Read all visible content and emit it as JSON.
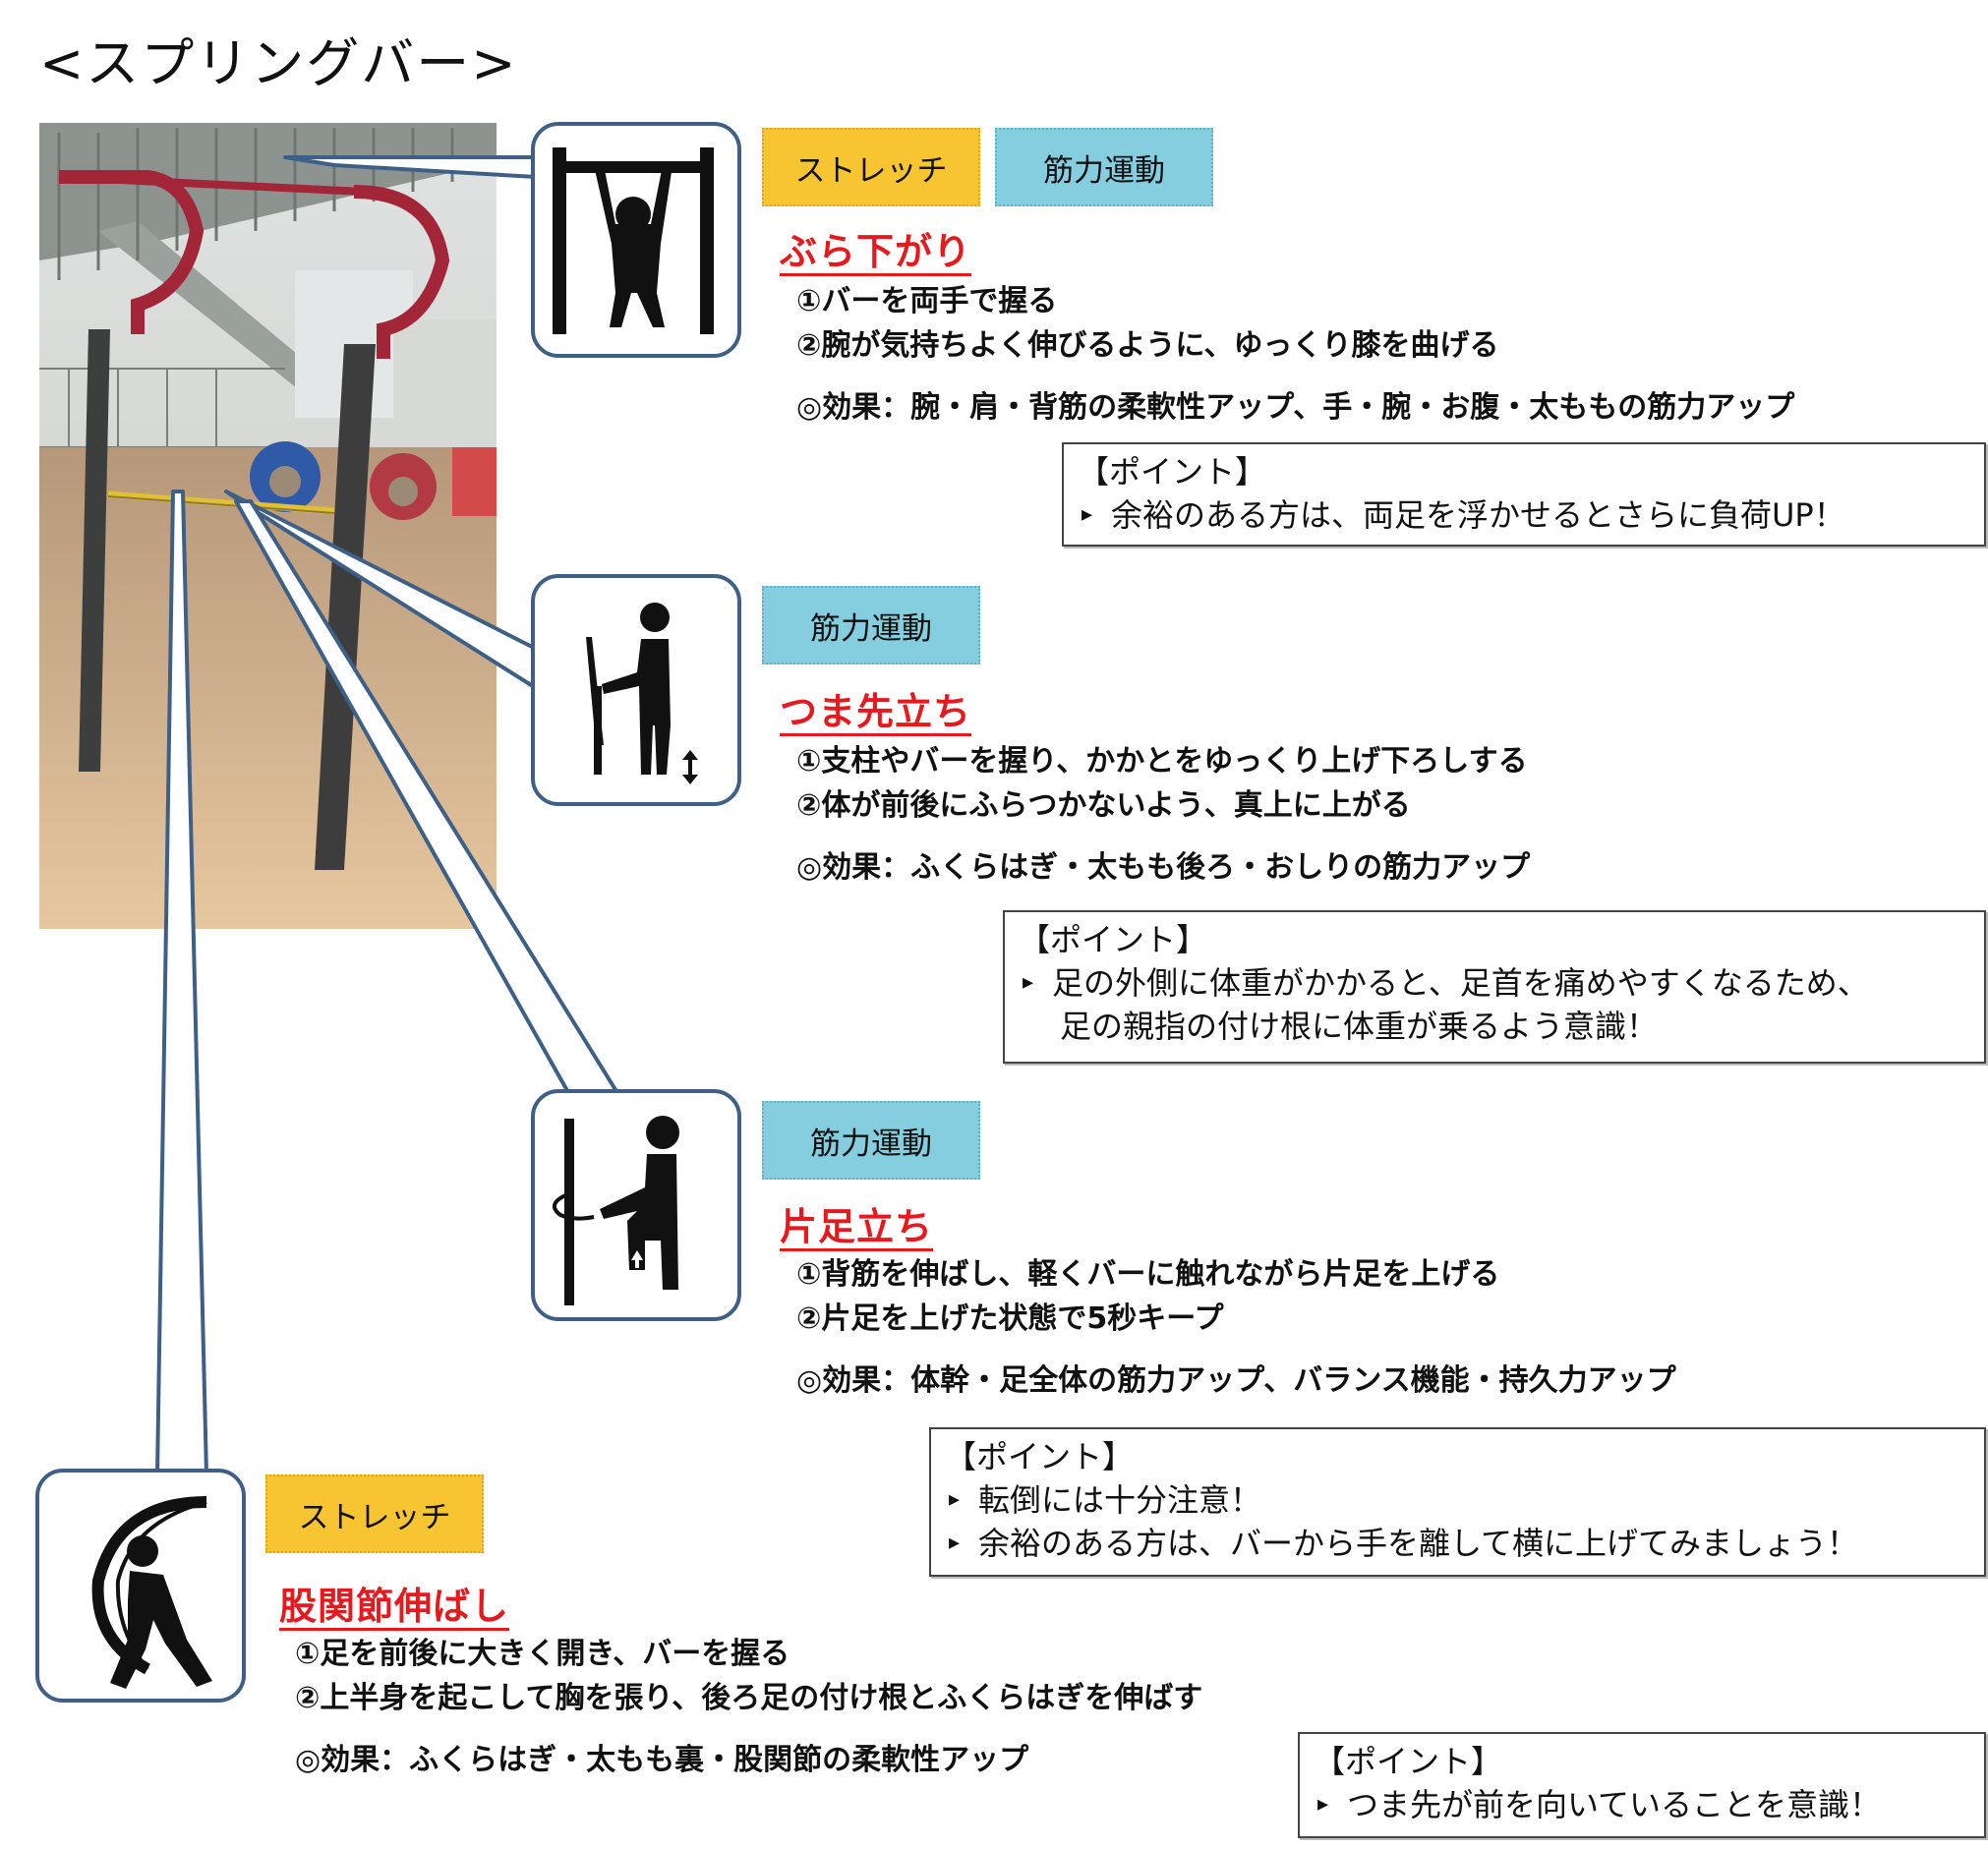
{
  "title": "<スプリングバー>",
  "tags": {
    "stretch": "ストレッチ",
    "strength": "筋力運動"
  },
  "exercises": [
    {
      "title": "ぶら下がり",
      "steps": [
        "①バーを両手で握る",
        "②腕が気持ちよく伸びるように、ゆっくり膝を曲げる"
      ],
      "effect": "◎効果：腕・肩・背筋の柔軟性アップ、手・腕・お腹・太ももの筋力アップ",
      "point_heading": "【ポイント】",
      "points": [
        "余裕のある方は、両足を浮かせるとさらに負荷UP！"
      ],
      "icon": "hanging-person-icon"
    },
    {
      "title": "つま先立ち",
      "steps": [
        "①支柱やバーを握り、かかとをゆっくり上げ下ろしする",
        "②体が前後にふらつかないよう、真上に上がる"
      ],
      "effect": "◎効果：ふくらはぎ・太もも後ろ・おしりの筋力アップ",
      "point_heading": "【ポイント】",
      "points": [
        "足の外側に体重がかかると、足首を痛めやすくなるため、"
      ],
      "point_continuation": "足の親指の付け根に体重が乗るよう意識！",
      "icon": "tiptoe-person-icon"
    },
    {
      "title": "片足立ち",
      "steps": [
        "①背筋を伸ばし、軽くバーに触れながら片足を上げる",
        "②片足を上げた状態で5秒キープ"
      ],
      "effect": "◎効果：体幹・足全体の筋力アップ、バランス機能・持久力アップ",
      "point_heading": "【ポイント】",
      "points": [
        "転倒には十分注意！",
        "余裕のある方は、バーから手を離して横に上げてみましょう！"
      ],
      "icon": "one-leg-stand-person-icon"
    },
    {
      "title": "股関節伸ばし",
      "steps": [
        "①足を前後に大きく開き、バーを握る",
        "②上半身を起こして胸を張り、後ろ足の付け根とふくらはぎを伸ばす"
      ],
      "effect": "◎効果：ふくらはぎ・太もも裏・股関節の柔軟性アップ",
      "point_heading": "【ポイント】",
      "points": [
        "つま先が前を向いていることを意識！"
      ],
      "icon": "hip-stretch-person-icon"
    }
  ],
  "bullet": "▸",
  "colors": {
    "accent_red": "#e5191e",
    "callout_blue": "#3e5f86",
    "tag_yellow": "#f7c531",
    "tag_blue": "#84cedf"
  }
}
